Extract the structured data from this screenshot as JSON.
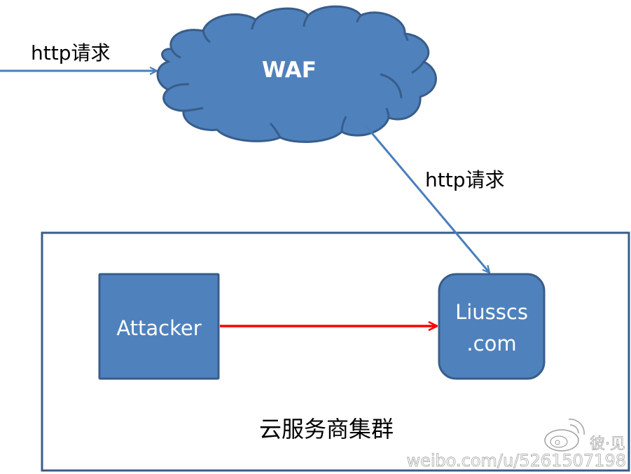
{
  "diagram": {
    "incoming_label": "http请求",
    "waf_label": "WAF",
    "forward_label": "http请求",
    "cluster_label": "云服务商集群",
    "attacker_label": "Attacker",
    "target_label_line1": "Liusscs",
    "target_label_line2": ".com",
    "colors": {
      "shape_fill": "#4f81bd",
      "shape_stroke": "#385d8a",
      "arrow_blue": "#4a7ebb",
      "arrow_red": "#ff0000",
      "cluster_border": "#385d8a"
    }
  },
  "watermark": {
    "name": "彼·见",
    "url": "weibo.com/u/5261507198",
    "icon": "weibo-logo-icon"
  }
}
